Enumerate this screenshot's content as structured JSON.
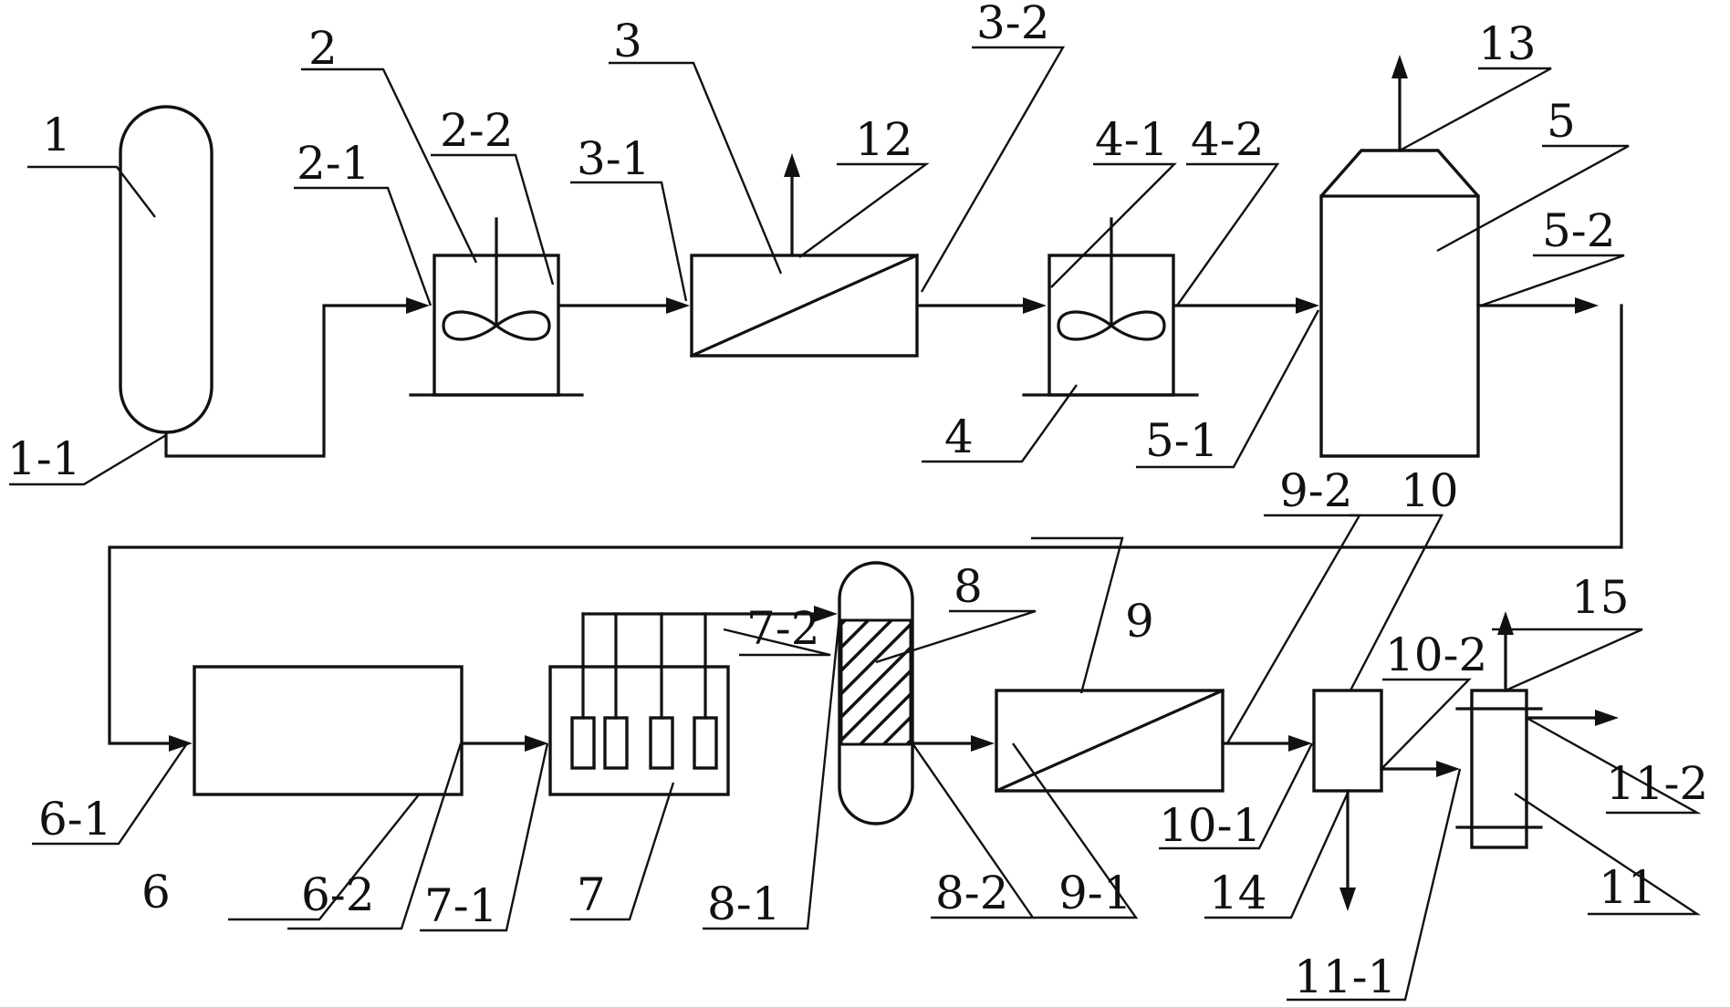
{
  "colors": {
    "stroke": "#111111",
    "background": "#ffffff"
  },
  "labels": {
    "l1": "1",
    "l1_1": "1-1",
    "l2": "2",
    "l2_1": "2-1",
    "l2_2": "2-2",
    "l3": "3",
    "l3_1": "3-1",
    "l3_2": "3-2",
    "l4": "4",
    "l4_1": "4-1",
    "l4_2": "4-2",
    "l5": "5",
    "l5_1": "5-1",
    "l5_2": "5-2",
    "l6": "6",
    "l6_1": "6-1",
    "l6_2": "6-2",
    "l7": "7",
    "l7_1": "7-1",
    "l7_2": "7-2",
    "l8": "8",
    "l8_1": "8-1",
    "l8_2": "8-2",
    "l9": "9",
    "l9_1": "9-1",
    "l9_2": "9-2",
    "l10": "10",
    "l10_1": "10-1",
    "l10_2": "10-2",
    "l11": "11",
    "l11_1": "11-1",
    "l11_2": "11-2",
    "l12": "12",
    "l13": "13",
    "l14": "14",
    "l15": "15"
  }
}
